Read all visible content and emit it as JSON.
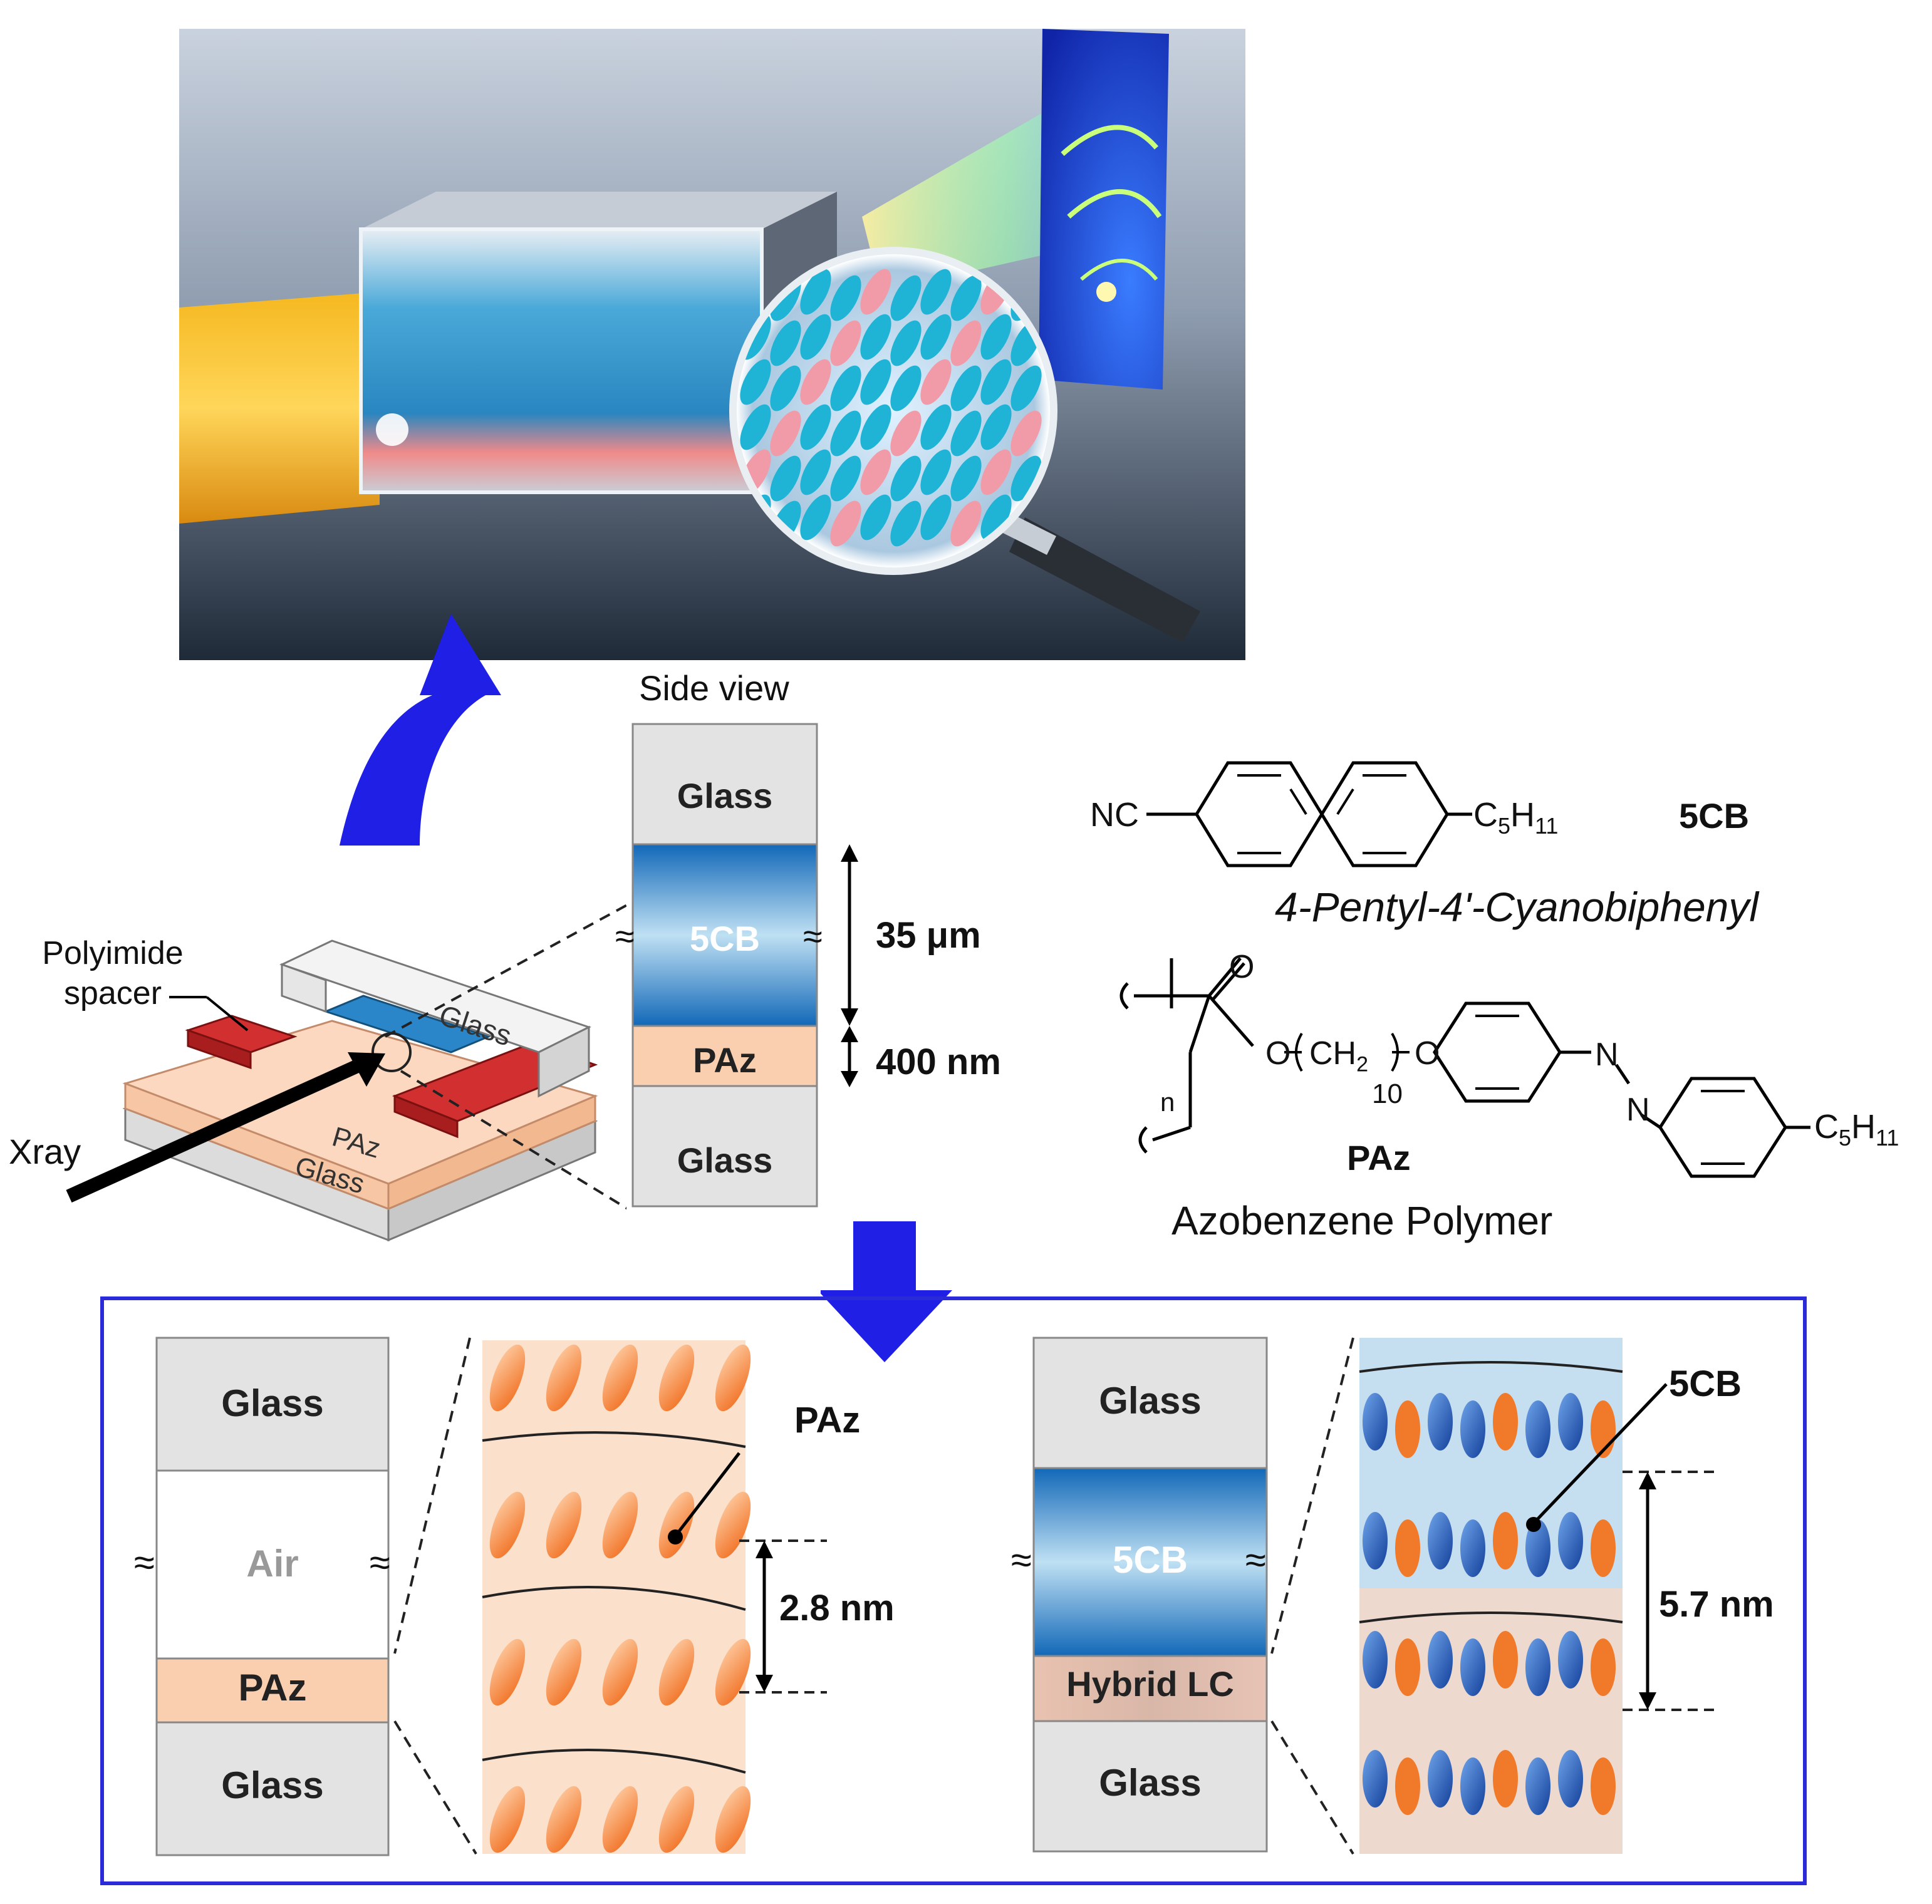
{
  "illustration": {
    "scene": "x-ray beam through liquid crystal cell with magnifier and diffraction screen"
  },
  "cell_schematic": {
    "polyimide_label_line1": "Polyimide",
    "polyimide_label_line2": "spacer",
    "xray_label": "Xray",
    "top_glass_label": "Glass",
    "paz_label": "PAz",
    "bottom_glass_label": "Glass"
  },
  "side_view": {
    "title": "Side view",
    "layers": [
      "Glass",
      "5CB",
      "PAz",
      "Glass"
    ],
    "thickness_5cb": "35 μm",
    "thickness_paz": "400 nm",
    "break_symbol": "≈"
  },
  "molecules": {
    "fivecb": {
      "nc": "NC",
      "tail": "C5H11",
      "tail_sub": "5",
      "tail_sub2": "11",
      "name": "5CB",
      "full_name": "4-Pentyl-4'-Cyanobiphenyl"
    },
    "paz": {
      "carbonyl_o": "O",
      "ester_o": "O",
      "chain": "CH2",
      "chain_repeat": "10",
      "ether_o": "O",
      "n_label": "n",
      "azo_n1": "N",
      "azo_n2": "N",
      "tail": "C5H11",
      "name": "PAz",
      "full_name": "Azobenzene Polymer"
    }
  },
  "left_panel": {
    "layers": [
      "Glass",
      "Air",
      "PAz",
      "Glass"
    ],
    "callout": "PAz",
    "spacing": "2.8 nm",
    "break_symbol": "≈"
  },
  "right_panel": {
    "layers": [
      "Glass",
      "5CB",
      "Hybrid LC",
      "Glass"
    ],
    "callout": "5CB",
    "spacing": "5.7 nm",
    "break_symbol": "≈"
  },
  "colors": {
    "arrow_blue": "#1f1fe6",
    "frame_blue": "#2a2ad8",
    "glass_gray": "#e3e3e3",
    "paz_peach": "#f9cfb0",
    "polyimide_red": "#c0282a",
    "lc_blue": "#1d7fc6",
    "mesogen_orange": "#f07a2a",
    "mesogen_blue": "#1d5fc0"
  }
}
